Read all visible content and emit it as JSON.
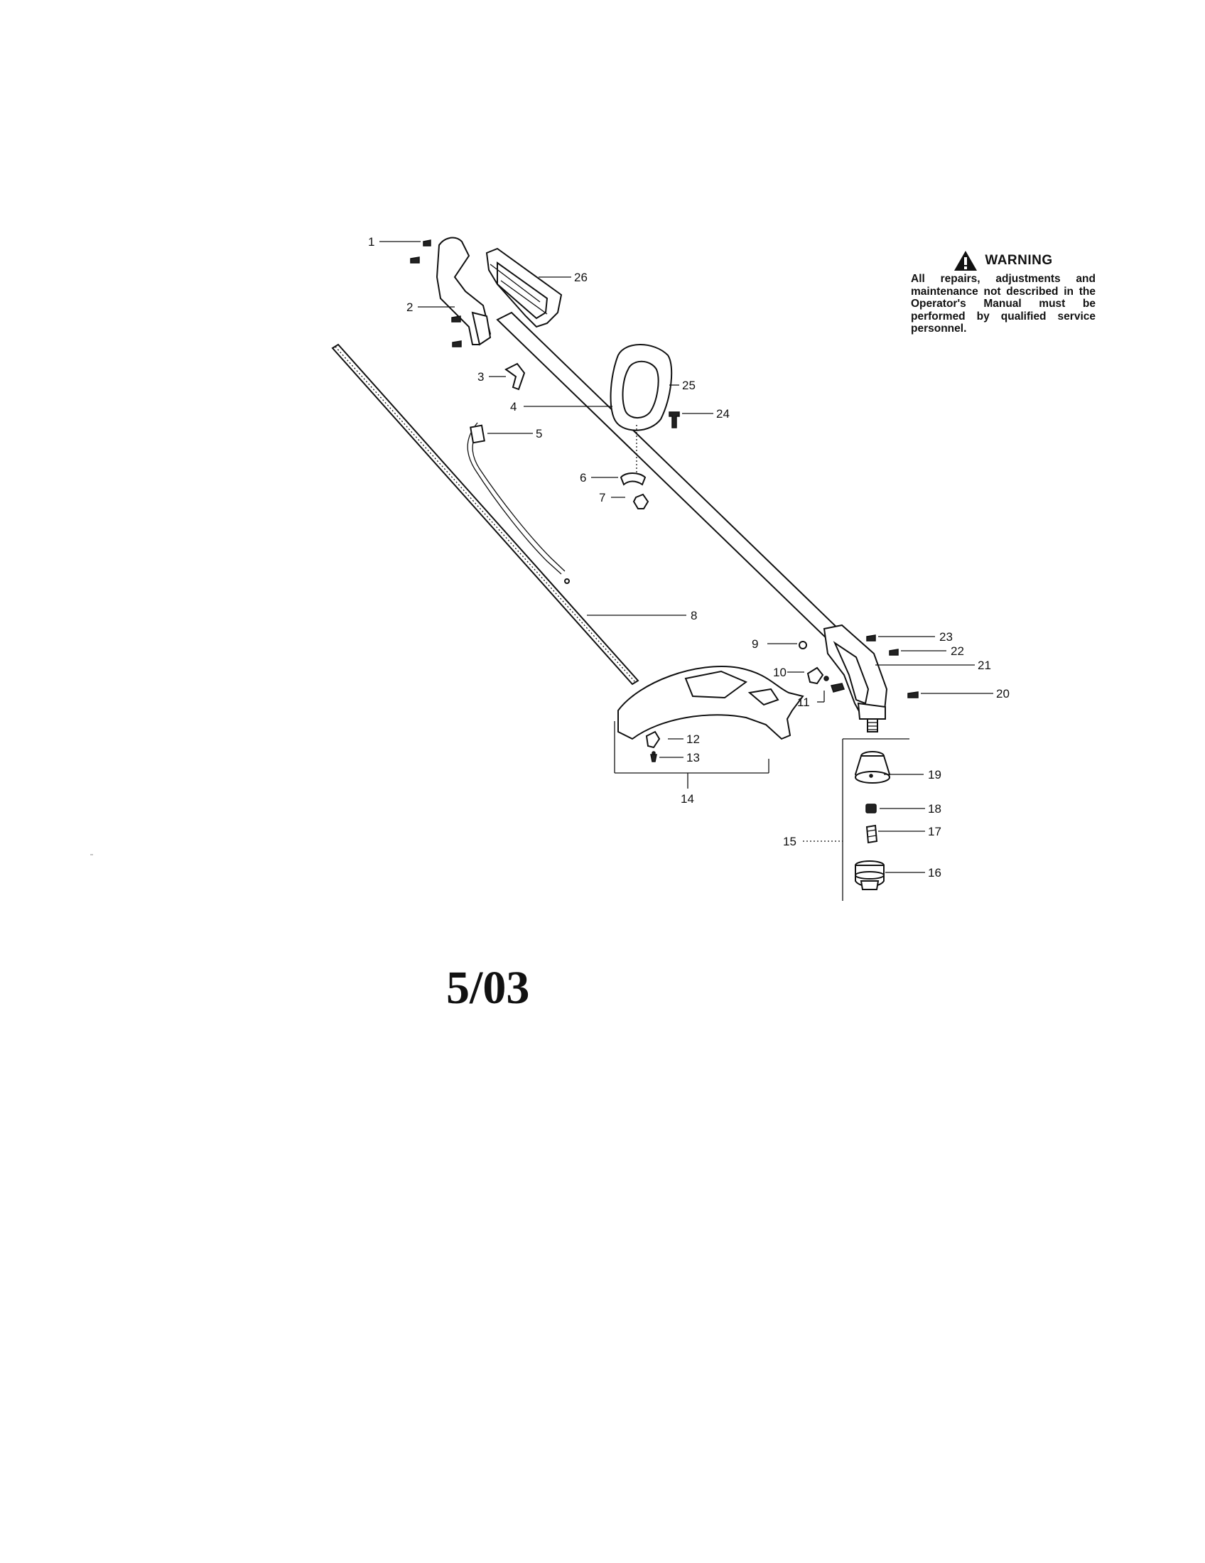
{
  "warning": {
    "title": "WARNING",
    "icon": "warning-triangle-icon",
    "text": "All repairs, adjustments and maintenance not described in the Operator's Manual must be performed by qualified service personnel."
  },
  "callouts": [
    "1",
    "2",
    "3",
    "4",
    "5",
    "6",
    "7",
    "8",
    "9",
    "10",
    "11",
    "12",
    "13",
    "14",
    "15",
    "16",
    "17",
    "18",
    "19",
    "20",
    "21",
    "22",
    "23",
    "24",
    "25",
    "26"
  ],
  "date_stamp": "5/03"
}
